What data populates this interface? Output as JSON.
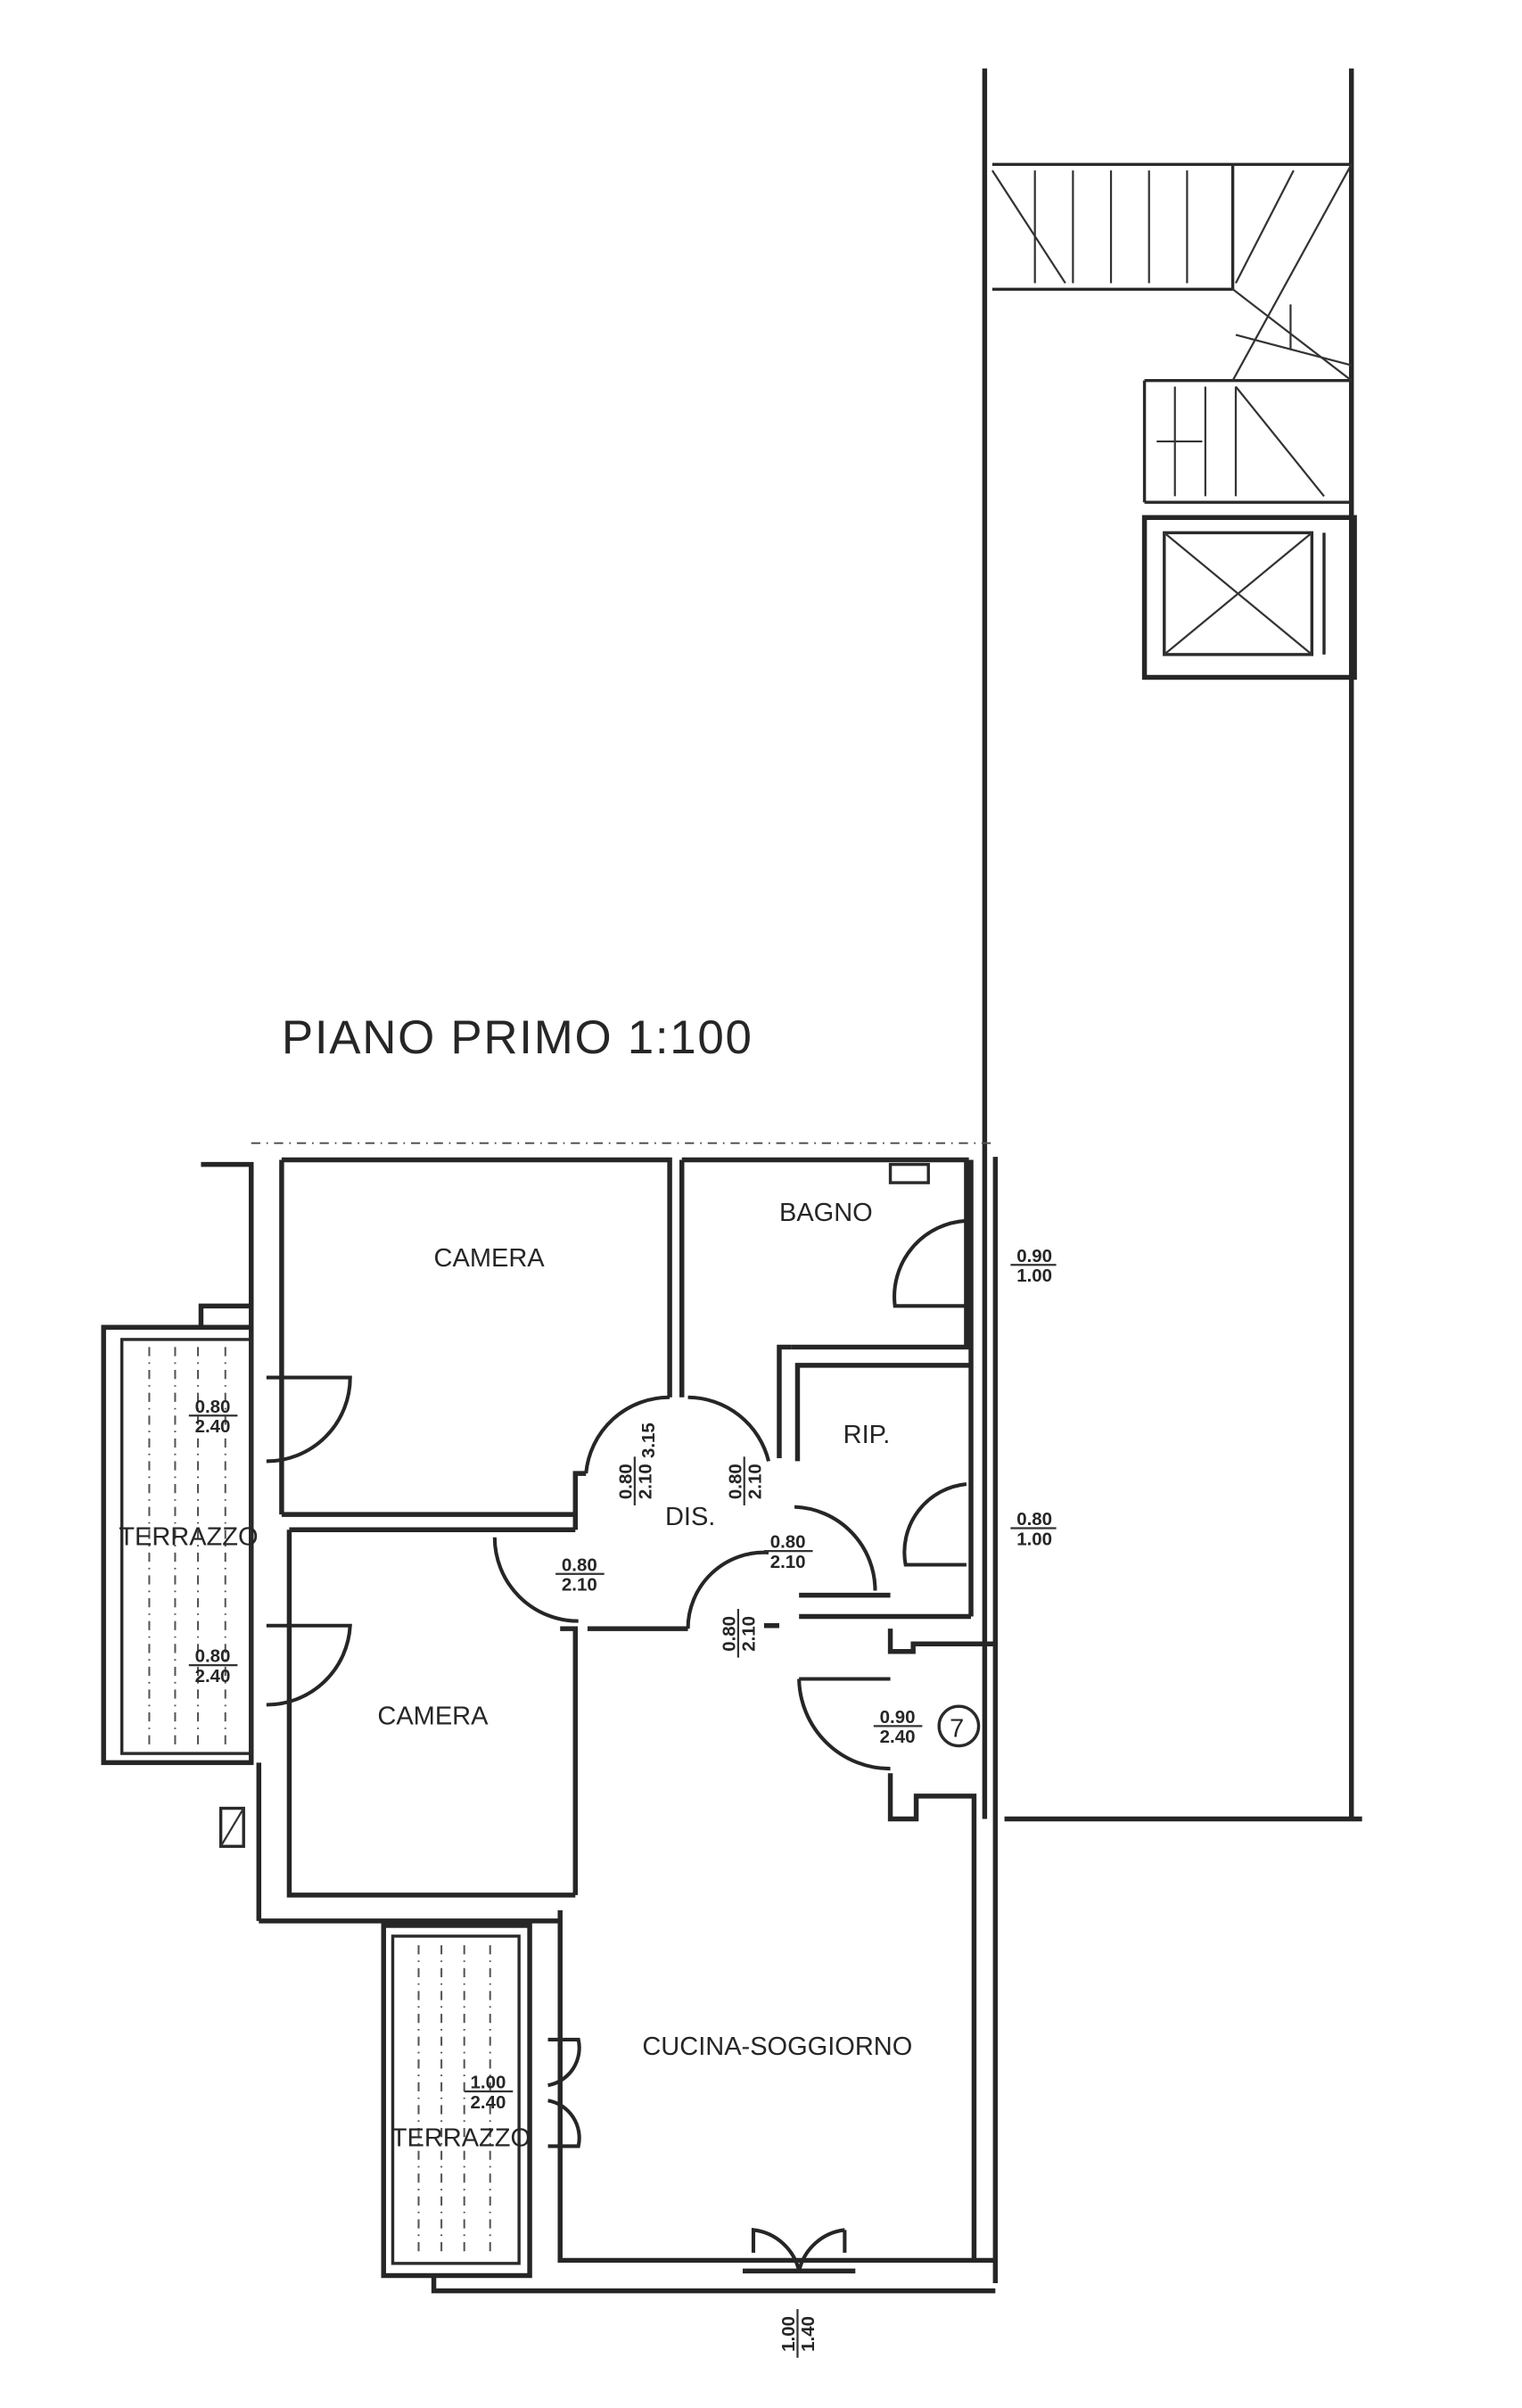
{
  "title": "PIANO PRIMO 1:100",
  "rooms": {
    "camera_top": "CAMERA",
    "bagno": "BAGNO",
    "rip": "RIP.",
    "dis": "DIS.",
    "camera_bottom": "CAMERA",
    "cucina": "CUCINA-SOGGIORNO",
    "terrazzo_left": "TERRAZZO",
    "terrazzo_bottom": "TERRAZZO"
  },
  "openings": {
    "bagno_window": {
      "w": "0.90",
      "h": "1.00"
    },
    "rip_window": {
      "w": "0.80",
      "h": "1.00"
    },
    "entry_door": {
      "w": "0.90",
      "h": "2.40"
    },
    "terrazzo_upper": {
      "w": "0.80",
      "h": "2.40"
    },
    "terrazzo_lower": {
      "w": "0.80",
      "h": "2.40"
    },
    "dis_camera_top": {
      "w": "0.80",
      "h": "2.10"
    },
    "dis_bagno": {
      "w": "0.80",
      "h": "2.10"
    },
    "dis_camera_bottom": {
      "w": "0.80",
      "h": "2.10"
    },
    "dis_rip": {
      "w": "0.80",
      "h": "2.10"
    },
    "dis_cucina": {
      "w": "0.80",
      "h": "2.10"
    },
    "cucina_terrazzo": {
      "w": "1.00",
      "h": "2.40"
    },
    "cucina_window": {
      "w": "1.00",
      "h": "1.40"
    }
  },
  "ceiling_height": "3.15",
  "unit_number": "7"
}
